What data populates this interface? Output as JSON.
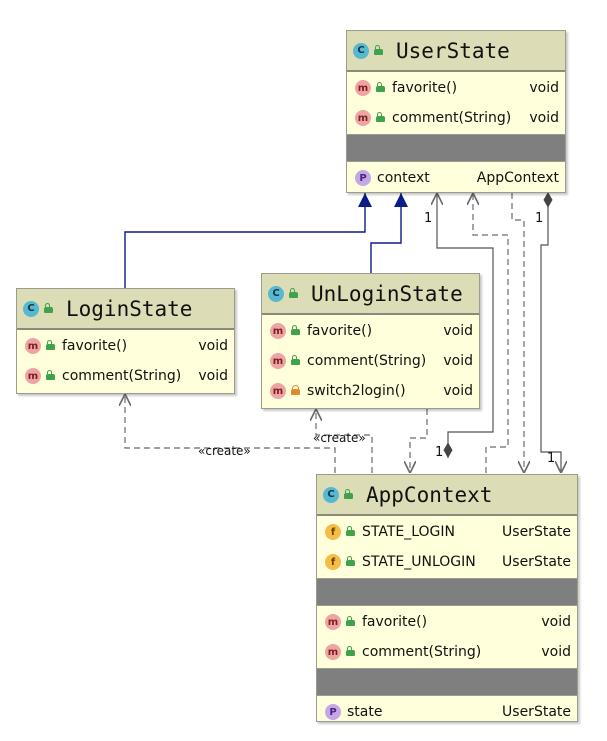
{
  "classes": {
    "user_state": {
      "kind": "C",
      "name": "UserState",
      "methods": [
        {
          "name": "favorite()",
          "type": "void"
        },
        {
          "name": "comment(String)",
          "type": "void"
        }
      ],
      "properties": [
        {
          "name": "context",
          "type": "AppContext"
        }
      ]
    },
    "login_state": {
      "kind": "C",
      "name": "LoginState",
      "methods": [
        {
          "name": "favorite()",
          "type": "void"
        },
        {
          "name": "comment(String)",
          "type": "void"
        }
      ]
    },
    "unlogin_state": {
      "kind": "C",
      "name": "UnLoginState",
      "methods": [
        {
          "name": "favorite()",
          "type": "void"
        },
        {
          "name": "comment(String)",
          "type": "void"
        },
        {
          "name": "switch2login()",
          "type": "void"
        }
      ]
    },
    "app_context": {
      "kind": "C",
      "name": "AppContext",
      "fields": [
        {
          "name": "STATE_LOGIN",
          "type": "UserState"
        },
        {
          "name": "STATE_UNLOGIN",
          "type": "UserState"
        }
      ],
      "methods": [
        {
          "name": "favorite()",
          "type": "void"
        },
        {
          "name": "comment(String)",
          "type": "void"
        }
      ],
      "properties": [
        {
          "name": "state",
          "type": "UserState"
        }
      ]
    }
  },
  "badges": {
    "class": "C",
    "method": "m",
    "field": "f",
    "property": "P"
  },
  "connectors": {
    "create_label_1": "«create»",
    "create_label_2": "«create»",
    "mult_user_context": "1",
    "mult_user_context_comp": "1",
    "mult_app_state_comp": "1",
    "mult_app_state": "1"
  },
  "colors": {
    "inheritance": "#0a1b8a",
    "dependency": "#6b6b6b",
    "header": "#dcdcb6",
    "body": "#ffffdb"
  }
}
